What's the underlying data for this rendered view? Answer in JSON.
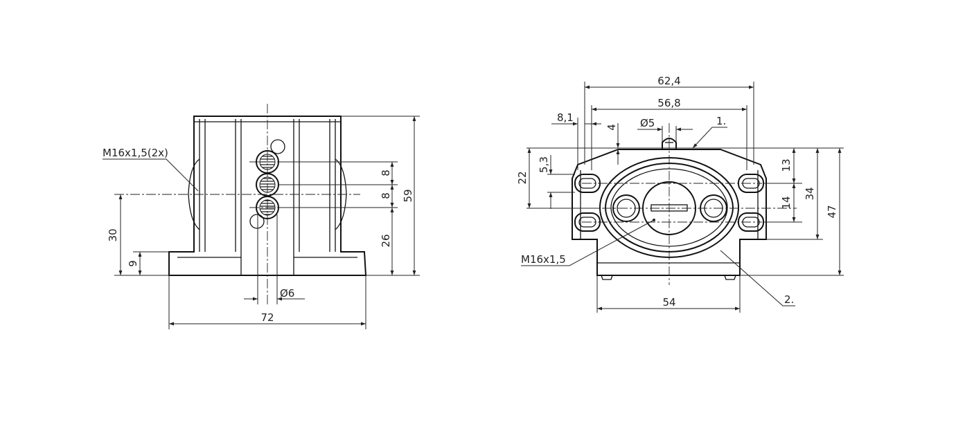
{
  "side_view": {
    "thread_callout": "M16x1,5(2x)",
    "dims": {
      "overall_width": "72",
      "overall_height": "59",
      "port_height": "30",
      "flange_height": "9",
      "lower_port_height": "26",
      "port_pitch_1": "8",
      "port_pitch_2": "8",
      "hole_dia": "Ø6"
    }
  },
  "front_view": {
    "thread_callout": "M16x1,5",
    "item_1": "1.",
    "item_2": "2.",
    "dims": {
      "width_outer": "62,4",
      "width_inner": "56,8",
      "edge_offset": "8,1",
      "pin_height": "4",
      "pin_dia": "Ø5",
      "slot_height": "5,3",
      "upper_height": "22",
      "right_upper": "13",
      "slot_pitch": "14",
      "right_mid": "34",
      "overall_height": "47",
      "base_width": "54"
    }
  },
  "colors": {
    "line": "#111111",
    "background": "#ffffff"
  }
}
